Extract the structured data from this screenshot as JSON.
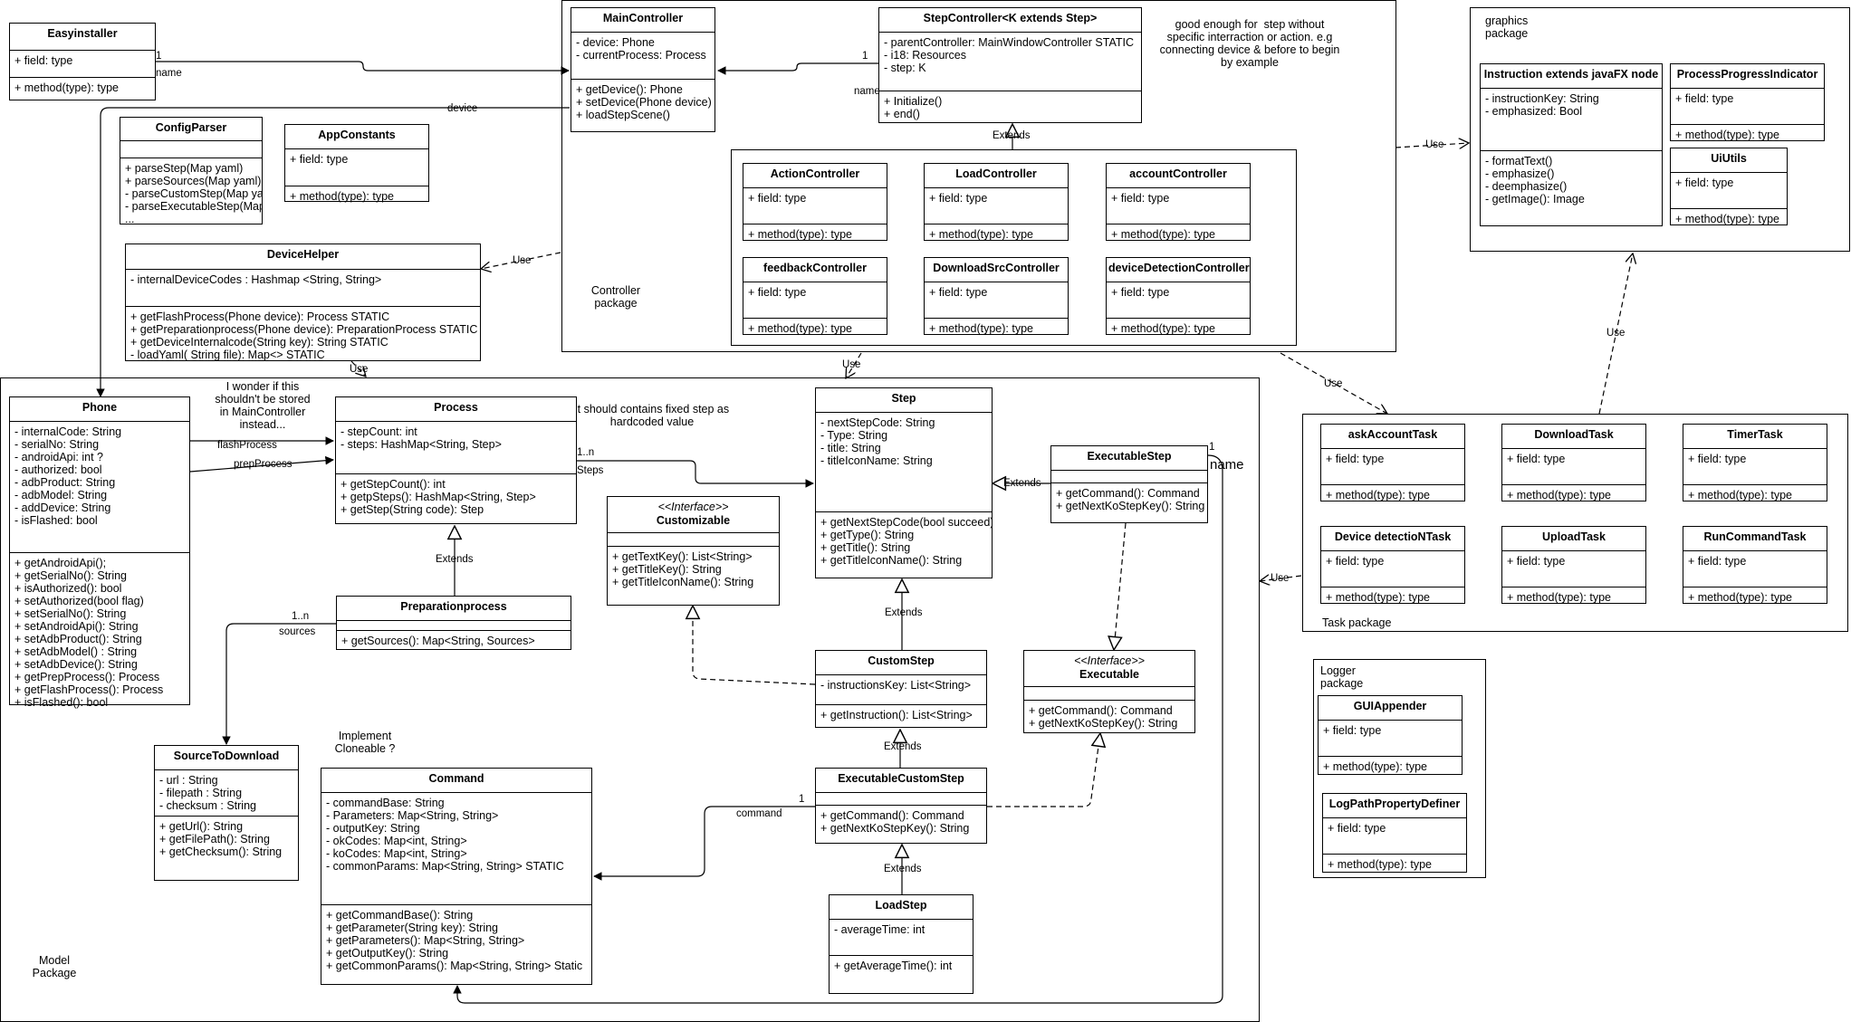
{
  "classes": {
    "easyinstaller": {
      "name": "Easyinstaller",
      "fields": [
        "+ field: type"
      ],
      "methods": [
        "+ method(type): type"
      ]
    },
    "configparser": {
      "name": "ConfigParser",
      "fields": [],
      "methods": [
        "+ parseStep(Map yaml)",
        "+ parseSources(Map yaml)",
        "- parseCustomStep(Map yar",
        "- parseExecutableStep(Map",
        "..."
      ]
    },
    "appconstants": {
      "name": "AppConstants",
      "fields": [
        "+ field: type"
      ],
      "methods": [
        "+ method(type): type"
      ]
    },
    "devicehelper": {
      "name": "DeviceHelper",
      "fields": [
        "- internalDeviceCodes : Hashmap <String, String>"
      ],
      "methods": [
        "+ getFlashProcess(Phone device): Process STATIC",
        "+ getPreparationprocess(Phone device): PreparationProcess STATIC",
        "+ getDeviceInternalcode(String key): String STATIC",
        "- loadYaml( String file): Map<> STATIC"
      ]
    },
    "maincontroller": {
      "name": "MainController",
      "fields": [
        "- device: Phone",
        "- currentProcess: Process"
      ],
      "methods": [
        "+ getDevice(): Phone",
        "+ setDevice(Phone device)",
        "+ loadStepScene()"
      ]
    },
    "stepcontroller": {
      "name": "StepController<K extends Step>",
      "fields": [
        "- parentController: MainWindowController STATIC",
        "- i18: Resources",
        "- step: K"
      ],
      "methods": [
        "+ Initialize()",
        "+ end()"
      ]
    },
    "actioncontroller": {
      "name": "ActionController",
      "fields": [
        "+ field: type"
      ],
      "methods": [
        "+ method(type): type"
      ]
    },
    "loadcontroller": {
      "name": "LoadController",
      "fields": [
        "+ field: type"
      ],
      "methods": [
        "+ method(type): type"
      ]
    },
    "accountcontroller": {
      "name": "accountController",
      "fields": [
        "+ field: type"
      ],
      "methods": [
        "+ method(type): type"
      ]
    },
    "feedbackcontroller": {
      "name": "feedbackController",
      "fields": [
        "+ field: type"
      ],
      "methods": [
        "+ method(type): type"
      ]
    },
    "downloadsrccontroller": {
      "name": "DownloadSrcController",
      "fields": [
        "+ field: type"
      ],
      "methods": [
        "+ method(type): type"
      ]
    },
    "devicedetectioncontroller": {
      "name": "deviceDetectionController",
      "fields": [
        "+ field: type"
      ],
      "methods": [
        "+ method(type): type"
      ]
    },
    "instruction": {
      "name": "Instruction extends javaFX node",
      "fields": [
        "- instructionKey: String",
        "- emphasized: Bool"
      ],
      "methods": [
        "- formatText()",
        "- emphasize()",
        "- deemphasize()",
        "- getImage(): Image"
      ]
    },
    "processprogress": {
      "name": "ProcessProgressIndicator",
      "fields": [
        "+ field: type"
      ],
      "methods": [
        "+ method(type): type"
      ]
    },
    "uiutils": {
      "name": "UiUtils",
      "fields": [
        "+ field: type"
      ],
      "methods": [
        "+ method(type): type"
      ]
    },
    "phone": {
      "name": "Phone",
      "fields": [
        "- internalCode: String",
        "- serialNo: String",
        "- androidApi: int ?",
        "- authorized: bool",
        "- adbProduct: String",
        "- adbModel: String",
        "- addDevice: String",
        "- isFlashed: bool"
      ],
      "methods": [
        "+ getAndroidApi();",
        "+ getSerialNo(): String",
        "+ isAuthorized(): bool",
        "+ setAuthorized(bool flag)",
        "+ setSerialNo(): String",
        "+ setAndroidApi(): String",
        "+ setAdbProduct(): String",
        "+ setAdbModel() : String",
        "+ setAdbDevice(): String",
        "+ getPrepProcess(): Process",
        "+ getFlashProcess(): Process",
        "+ isFlashed(): bool"
      ]
    },
    "process": {
      "name": "Process",
      "fields": [
        "- stepCount: int",
        "- steps: HashMap<String, Step>"
      ],
      "methods": [
        "+ getStepCount(): int",
        "+ getpSteps(): HashMap<String, Step>",
        "+ getStep(String code): Step"
      ]
    },
    "preparationprocess": {
      "name": "Preparationprocess",
      "fields": [],
      "methods": [
        "+ getSources(): Map<String, Sources>"
      ]
    },
    "customizable": {
      "name": "Customizable",
      "stereotype": "<<Interface>>",
      "fields": [],
      "methods": [
        "+ getTextKey(): List<String>",
        "+ getTitleKey(): String",
        "+ getTitleIconName(): String"
      ]
    },
    "step": {
      "name": "Step",
      "fields": [
        "- nextStepCode: String",
        "- Type: String",
        "- title: String",
        "- titleIconName: String"
      ],
      "methods": [
        "+ getNextStepCode(bool succeed):",
        "+ getType(): String",
        "+ getTitle(): String",
        "+ getTitleIconName(): String"
      ]
    },
    "executablestep": {
      "name": "ExecutableStep",
      "fields": [],
      "methods": [
        "+ getCommand(): Command",
        "+ getNextKoStepKey(): String"
      ]
    },
    "customstep": {
      "name": "CustomStep",
      "fields": [
        "- instructionsKey: List<String>"
      ],
      "methods": [
        "+ getInstruction(): List<String>"
      ]
    },
    "executable": {
      "name": "Executable",
      "stereotype": "<<Interface>>",
      "fields": [],
      "methods": [
        "+ getCommand(): Command",
        "+ getNextKoStepKey(): String"
      ]
    },
    "sourcetodownload": {
      "name": "SourceToDownload",
      "fields": [
        "- url : String",
        "- filepath : String",
        "- checksum : String"
      ],
      "methods": [
        "+ getUrl(): String",
        "+ getFilePath(): String",
        "+ getChecksum(): String"
      ]
    },
    "command": {
      "name": "Command",
      "fields": [
        "- commandBase: String",
        "- Parameters: Map<String, String>",
        "- outputKey: String",
        "- okCodes: Map<int, String>",
        "- koCodes: Map<int, String>",
        "- commonParams: Map<String, String> STATIC"
      ],
      "methods": [
        "+ getCommandBase(): String",
        "+ getParameter(String key): String",
        "+ getParameters(): Map<String, String>",
        "+ getOutputKey(): String",
        "+ getCommonParams(): Map<String, String> Static"
      ]
    },
    "executablecustomstep": {
      "name": "ExecutableCustomStep",
      "fields": [],
      "methods": [
        "+ getCommand(): Command",
        "+ getNextKoStepKey(): String"
      ]
    },
    "loadstep": {
      "name": "LoadStep",
      "fields": [
        "- averageTime: int"
      ],
      "methods": [
        "+ getAverageTime(): int"
      ]
    },
    "askaccounttask": {
      "name": "askAccountTask",
      "fields": [
        "+ field: type"
      ],
      "methods": [
        "+ method(type): type"
      ]
    },
    "downloadtask": {
      "name": "DownloadTask",
      "fields": [
        "+ field: type"
      ],
      "methods": [
        "+ method(type): type"
      ]
    },
    "timertask": {
      "name": "TimerTask",
      "fields": [
        "+ field: type"
      ],
      "methods": [
        "+ method(type): type"
      ]
    },
    "devicedetectiontask": {
      "name": "Device detectioNTask",
      "fields": [
        "+ field: type"
      ],
      "methods": [
        "+ method(type): type"
      ]
    },
    "uploadtask": {
      "name": "UploadTask",
      "fields": [
        "+ field: type"
      ],
      "methods": [
        "+ method(type): type"
      ]
    },
    "runcommandtask": {
      "name": "RunCommandTask",
      "fields": [
        "+ field: type"
      ],
      "methods": [
        "+ method(type): type"
      ]
    },
    "guiappender": {
      "name": "GUIAppender",
      "fields": [
        "+ field: type"
      ],
      "methods": [
        "+ method(type): type"
      ]
    },
    "logpath": {
      "name": "LogPathPropertyDefiner",
      "fields": [
        "+ field: type"
      ],
      "methods": [
        "+ method(type): type"
      ]
    }
  },
  "packages": {
    "controller": "Controller\npackage",
    "graphics": "graphics\npackage",
    "model": "Model\nPackage",
    "task": "Task package",
    "logger": "Logger\npackage"
  },
  "notes": {
    "step_controller": "good enough for  step without\nspecific interraction or action. e.g\nconnecting device & before to begin\nby example",
    "phone_storage": "I wonder if this\nshouldn't be stored\nin MainController\ninstead...",
    "process_fixed": "it should contains fixed step as\nhardcoded value",
    "cloneable": "Implement\nCloneable ?"
  },
  "edge_labels": {
    "one_a": "1",
    "name_a": "name",
    "one_b": "1",
    "name_b": "name",
    "one_c": "1",
    "device": "device",
    "extends_ctrl": "Extends",
    "use_ctrl_graphics": "Use",
    "use_devicehelper": "Use",
    "use_devicehelper_model": "Use",
    "use_ctrl_model": "Use",
    "use_ctrl_task": "Use",
    "use_task_graphics": "Use",
    "use_model_task": "Use",
    "flashprocess": "flashProcess",
    "prepprocess": "prepProcess",
    "one_n_steps": "1..n",
    "steps": "Steps",
    "extends_exec": "Extends",
    "extends_prep": "Extends",
    "one_n_sources": "1..n",
    "sources": "sources",
    "extends_custom": "Extends",
    "extends_execcustom": "Extends",
    "extends_load": "Extends",
    "command": "command",
    "one_cmd": "1",
    "one_exec": "1",
    "name_exec": "name"
  }
}
